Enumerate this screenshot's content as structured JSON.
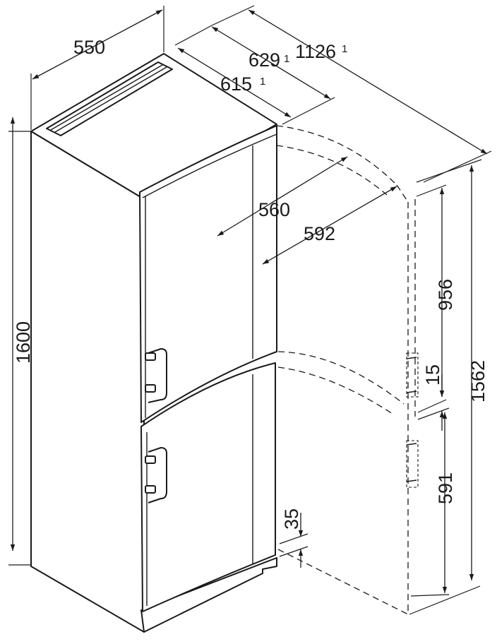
{
  "dimensions": {
    "width": {
      "value": "550"
    },
    "depth_with_handle": {
      "value": "629",
      "footnote": "1"
    },
    "depth": {
      "value": "615",
      "footnote": "1"
    },
    "depth_door_open": {
      "value": "1126",
      "footnote": "1"
    },
    "inner_door_width": {
      "value": "560"
    },
    "door_open_width": {
      "value": "592"
    },
    "total_height": {
      "value": "1600"
    },
    "hinge_height": {
      "value": "1562"
    },
    "fridge_door_height": {
      "value": "956"
    },
    "door_gap": {
      "value": "15"
    },
    "freezer_door_height": {
      "value": "591"
    },
    "plinth_clearance": {
      "value": "35"
    }
  },
  "colors": {
    "line": "#1a1a1a",
    "background": "#ffffff"
  }
}
